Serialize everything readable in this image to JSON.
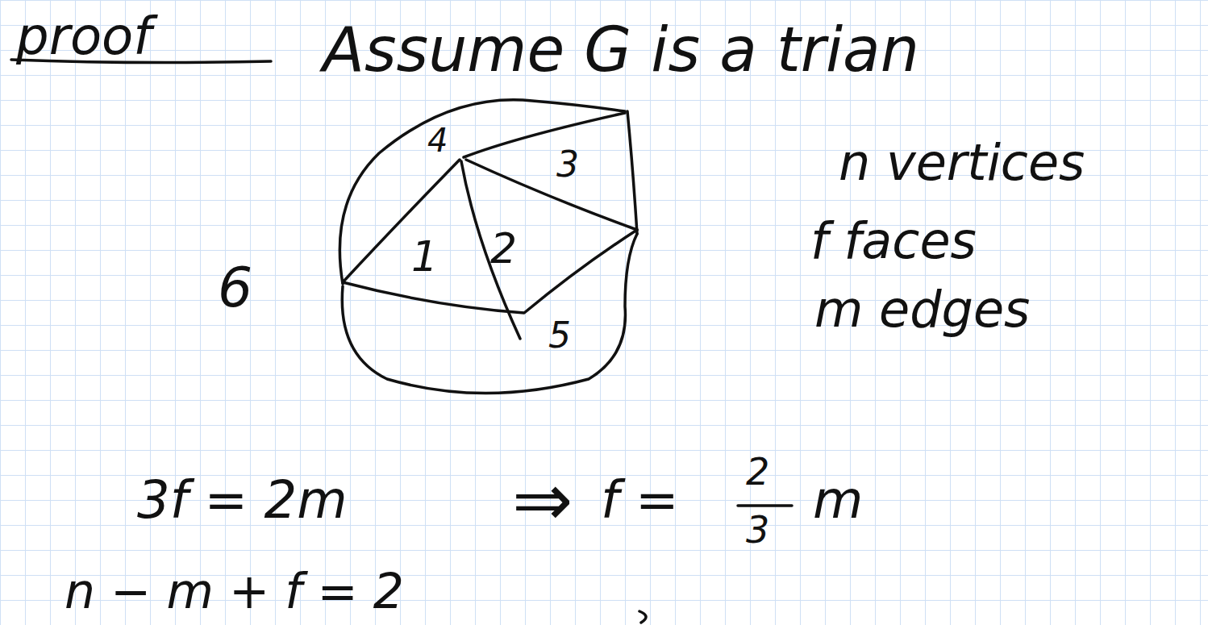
{
  "diagram": {
    "labels": [
      "proof",
      "Assume G is a trian",
      "4",
      "3",
      "1",
      "2",
      "5",
      "6",
      "n vertices",
      "f faces",
      "m edges",
      "3f = 2m",
      "⇒",
      "f =",
      "2",
      "3",
      "m",
      "n − m + f = 2"
    ]
  }
}
